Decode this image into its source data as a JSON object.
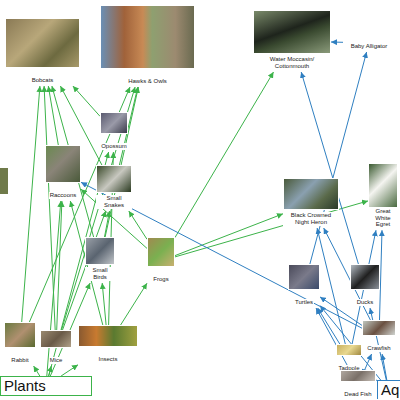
{
  "diagram": {
    "nodes": [
      {
        "text": [
          "Bobcats"
        ]
      },
      {
        "text": [
          "Hawks & Owls"
        ]
      },
      {
        "text": [
          "Water Moccasin/ Cottonmouth"
        ]
      },
      {
        "text": [
          "Baby Alligator"
        ]
      },
      {
        "text": [
          "Opossum"
        ]
      },
      {
        "text": [
          "Raccoons"
        ]
      },
      {
        "text": [
          "Small Snakes"
        ]
      },
      {
        "text": [
          "Black Crowned Night Heron"
        ]
      },
      {
        "text": [
          "Great White Egret"
        ]
      },
      {
        "text": [
          "Small Birds"
        ]
      },
      {
        "text": [
          "Frogs"
        ]
      },
      {
        "text": [
          "Turtles"
        ]
      },
      {
        "text": [
          "Ducks"
        ]
      },
      {
        "text": [
          "Crawfish"
        ]
      },
      {
        "text": [
          "Tadpole"
        ]
      },
      {
        "text": [
          "Dead Fish"
        ]
      },
      {
        "text": [
          "Rabbit"
        ]
      },
      {
        "text": [
          "Mice"
        ]
      },
      {
        "text": [
          "Insects"
        ]
      },
      {
        "text": [
          "Plants"
        ]
      },
      {
        "text": [
          "Aq"
        ]
      }
    ],
    "edges": [
      {
        "from": 19,
        "to": 16,
        "arrow": "to"
      },
      {
        "from": 19,
        "to": 17,
        "arrow": "to"
      },
      {
        "from": 19,
        "to": 18,
        "arrow": "to"
      },
      {
        "from": 19,
        "to": 9,
        "arrow": "to"
      },
      {
        "from": 19,
        "to": 5,
        "arrow": "to"
      },
      {
        "from": 19,
        "to": 4,
        "arrow": "to"
      },
      {
        "from": 16,
        "to": 0,
        "arrow": "to"
      },
      {
        "from": 16,
        "to": 1,
        "arrow": "to"
      },
      {
        "from": 17,
        "to": 0,
        "arrow": "to"
      },
      {
        "from": 17,
        "to": 1,
        "arrow": "to"
      },
      {
        "from": 17,
        "to": 6,
        "arrow": "to"
      },
      {
        "from": 17,
        "to": 5,
        "arrow": "to"
      },
      {
        "from": 18,
        "to": 9,
        "arrow": "to"
      },
      {
        "from": 18,
        "to": 10,
        "arrow": "to"
      },
      {
        "from": 18,
        "to": 4,
        "arrow": "to"
      },
      {
        "from": 18,
        "to": 5,
        "arrow": "to"
      },
      {
        "from": 9,
        "to": 1,
        "arrow": "to"
      },
      {
        "from": 9,
        "to": 6,
        "arrow": "to"
      },
      {
        "from": 9,
        "to": 0,
        "arrow": "to"
      },
      {
        "from": 10,
        "to": 6,
        "arrow": "to"
      },
      {
        "from": 10,
        "to": 5,
        "arrow": "to"
      },
      {
        "from": 10,
        "to": 2,
        "arrow": "to"
      },
      {
        "from": 10,
        "to": 7,
        "arrow": "to"
      },
      {
        "from": 10,
        "to": 8,
        "arrow": "to"
      },
      {
        "from": 6,
        "to": 1,
        "arrow": "to"
      },
      {
        "from": 6,
        "to": 0,
        "arrow": "to"
      },
      {
        "from": 4,
        "to": 0,
        "arrow": "to"
      },
      {
        "from": 5,
        "to": 0,
        "arrow": "to"
      },
      {
        "from": 20,
        "to": 11,
        "arrow": "to"
      },
      {
        "from": 20,
        "to": 12,
        "arrow": "to"
      },
      {
        "from": 20,
        "to": 13,
        "arrow": "to"
      },
      {
        "from": 20,
        "to": 14,
        "arrow": "to"
      },
      {
        "from": 14,
        "to": 11,
        "arrow": "to"
      },
      {
        "from": 14,
        "to": 7,
        "arrow": "to"
      },
      {
        "from": 14,
        "to": 8,
        "arrow": "to"
      },
      {
        "from": 13,
        "to": 7,
        "arrow": "to"
      },
      {
        "from": 13,
        "to": 8,
        "arrow": "to"
      },
      {
        "from": 13,
        "to": 11,
        "arrow": "to"
      },
      {
        "from": 13,
        "to": 5,
        "arrow": "to"
      },
      {
        "from": 15,
        "to": 13,
        "arrow": "to"
      },
      {
        "from": 15,
        "to": 11,
        "arrow": "to"
      },
      {
        "from": 12,
        "to": 2,
        "arrow": "to"
      },
      {
        "from": 11,
        "to": 3,
        "arrow": "to"
      },
      {
        "from": 3,
        "to": 2,
        "arrow": "to"
      }
    ]
  }
}
